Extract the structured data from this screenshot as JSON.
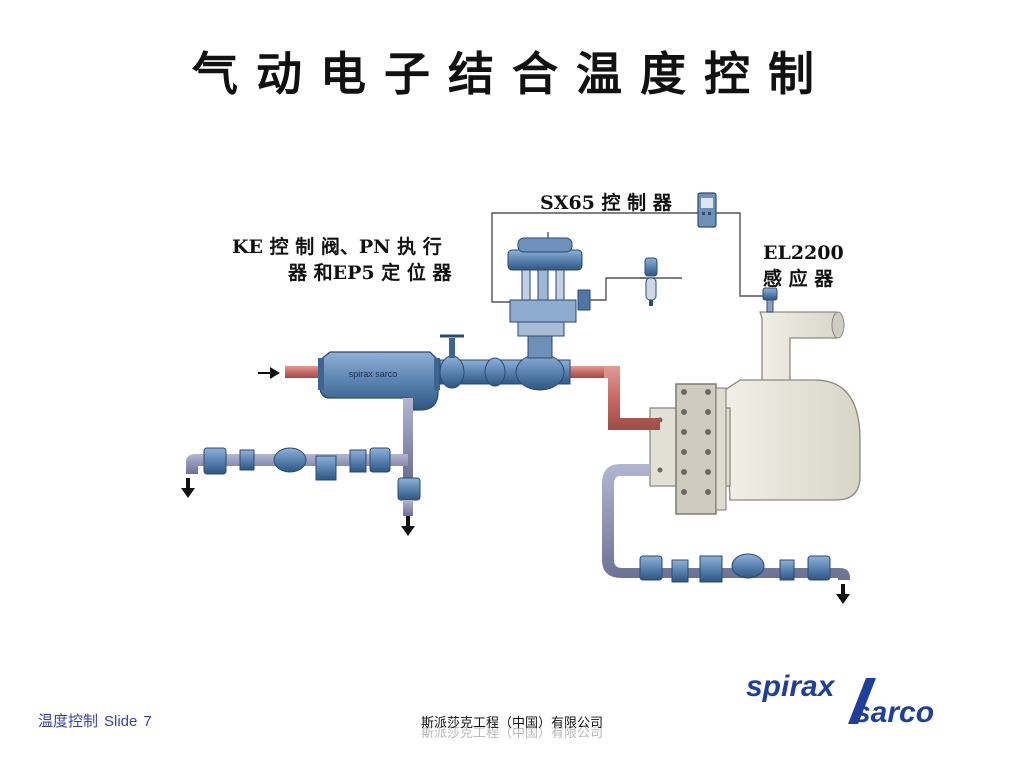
{
  "title": "气动电子结合温度控制",
  "labels": {
    "controller": "SX65 控 制 器",
    "valve_line1": "KE 控 制 阀、PN 执 行",
    "valve_line2": "器 和EP5 定 位 器",
    "sensor_line1": "EL2200",
    "sensor_line2": "感 应 器"
  },
  "equipment_branding": {
    "strainer_text": "spirax sarco"
  },
  "footer": {
    "topic": "温度控制",
    "slide_word": "Slide",
    "slide_number": "7",
    "company": "斯派莎克工程（中国）有限公司"
  },
  "logo": {
    "line1": "spirax",
    "line2": "sarco",
    "color": "#1f3f9c"
  },
  "colors": {
    "steam_pipe": "#c86a64",
    "condensate_pipe": "#8f93b4",
    "fittings": "#4f78a8",
    "tank": "#e7e5db",
    "signal_line": "#555555"
  }
}
